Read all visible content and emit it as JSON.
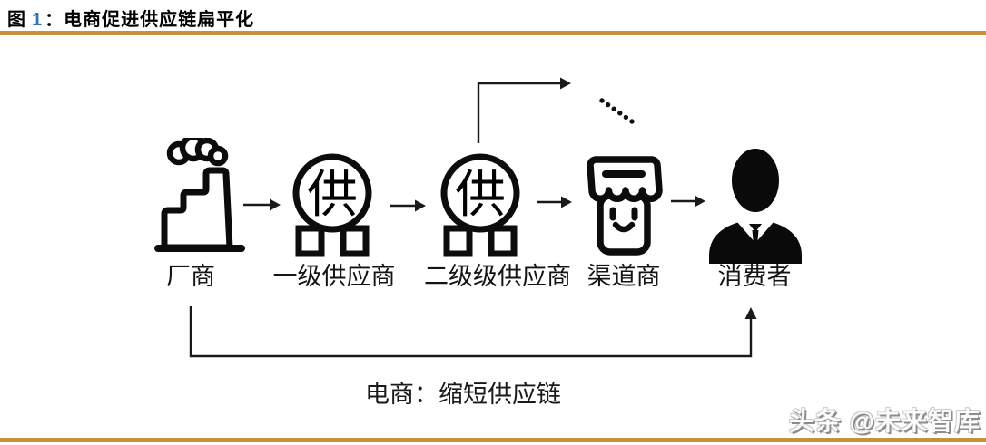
{
  "header": {
    "figure_label": "图",
    "figure_number": "1",
    "colon": "：",
    "title": "电商促进供应链扁平化"
  },
  "diagram": {
    "nodes": [
      {
        "id": "manufacturer",
        "label": "厂商"
      },
      {
        "id": "tier1-supplier",
        "label": "一级供应商",
        "glyph": "供"
      },
      {
        "id": "tier2-supplier",
        "label": "二级级供应商",
        "glyph": "供"
      },
      {
        "id": "distributor",
        "label": "渠道商"
      },
      {
        "id": "consumer",
        "label": "消费者"
      }
    ],
    "shortcut_label": "电商：缩短供应链"
  },
  "watermark": "头条 @未来智库",
  "colors": {
    "accent_gold": "#C6913C",
    "figure_number_blue": "#2E74B5",
    "ink": "#111111"
  }
}
